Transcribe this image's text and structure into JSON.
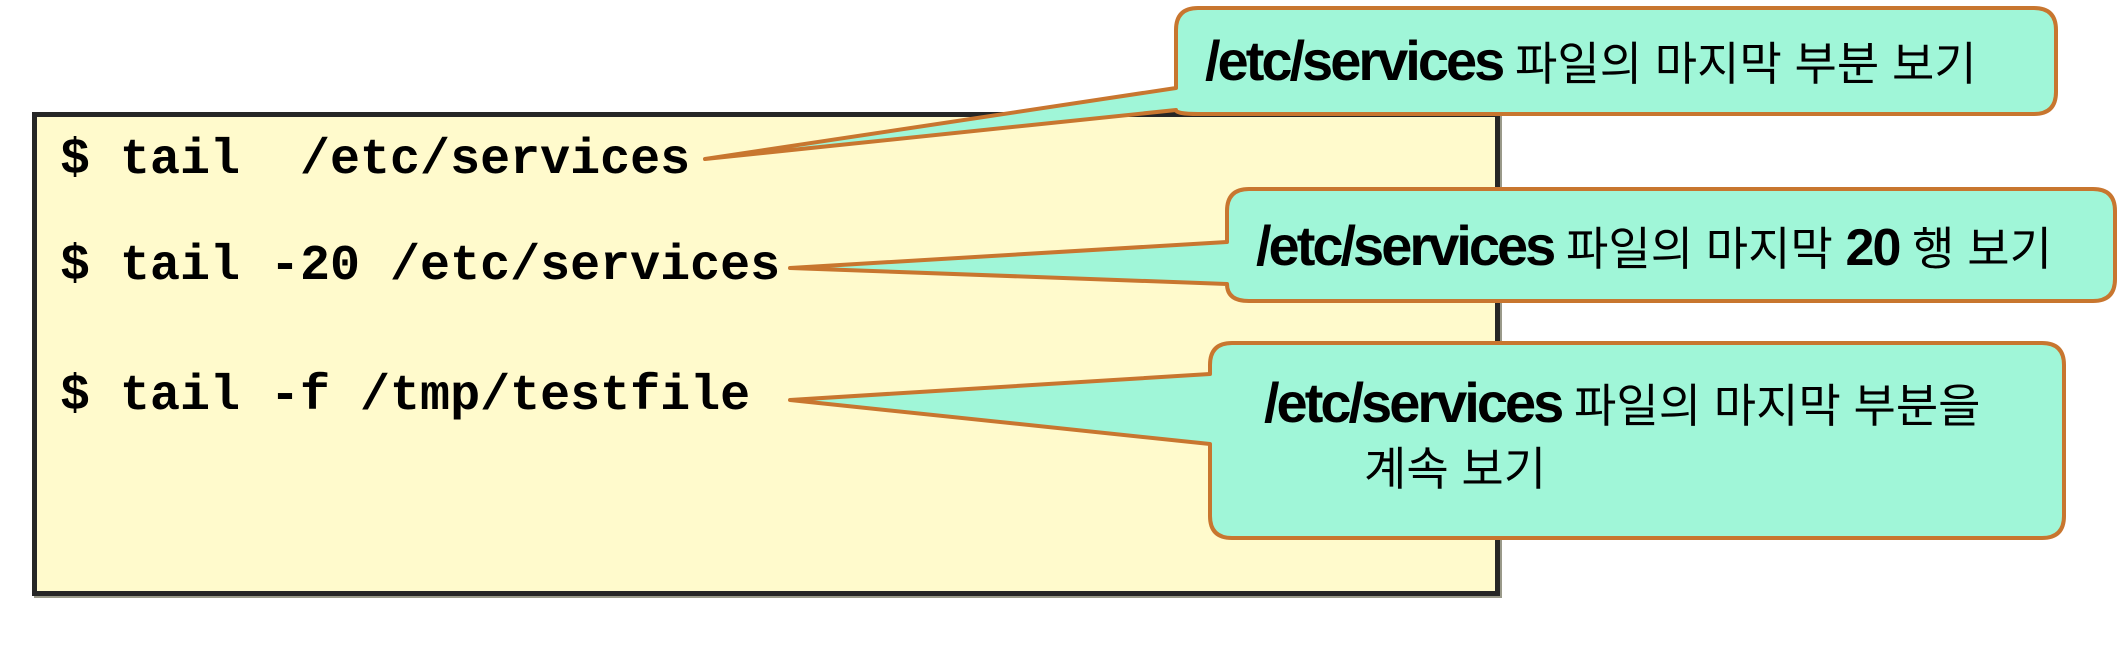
{
  "figure": {
    "description": "tail command usage examples with Korean annotations"
  },
  "terminal": {
    "commands": [
      {
        "text": "$ tail  /etc/services"
      },
      {
        "text": "$ tail -20 /etc/services"
      },
      {
        "text": "$ tail -f /tmp/testfile"
      }
    ]
  },
  "callouts": [
    {
      "target_command": "$ tail  /etc/services",
      "parts": [
        {
          "text": "/etc/services"
        },
        {
          "text": " 파일의 마지막 부분 보기"
        }
      ]
    },
    {
      "target_command": "$ tail -20 /etc/services",
      "parts": [
        {
          "text": "/etc/services"
        },
        {
          "text": " 파일의 마지막 "
        },
        {
          "text": "20"
        },
        {
          "text": " 행 보기"
        }
      ]
    },
    {
      "target_command": "$ tail -f /tmp/testfile",
      "line1_parts": [
        {
          "text": "/etc/services"
        },
        {
          "text": " 파일의 마지막 부분을"
        }
      ],
      "line2": "계속 보기"
    }
  ],
  "colors": {
    "background": "#ffffff",
    "terminal_box_fill": "#fffacc",
    "terminal_box_border": "#262626",
    "bubble_fill": "#a0f6d8",
    "bubble_border": "#c8762f",
    "text": "#000000"
  }
}
